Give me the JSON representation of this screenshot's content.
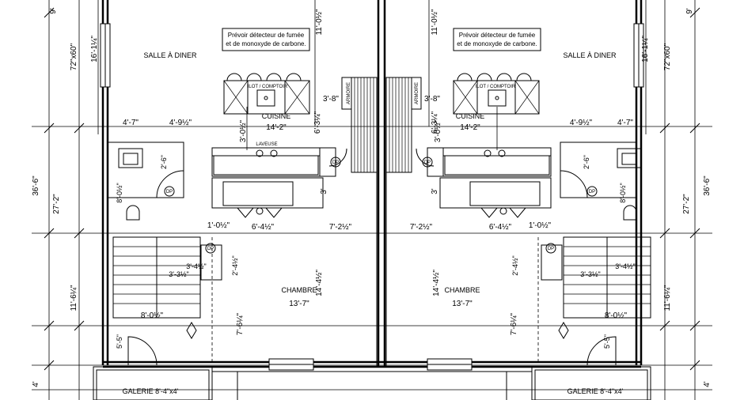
{
  "left_unit": {
    "rooms": {
      "dining": "SALLE À DINER",
      "kitchen": "CUISINE",
      "bedroom": "CHAMBRE",
      "porch": "GALERIE 8'-4\"x4'",
      "island": "ILOT / COMPTOIR",
      "laundry": "LAVEUSE",
      "cabinet": "ARMOIRE"
    },
    "note_line1": "Prévoir détecteur de fumée",
    "note_line2": "et de monoxyde de carbone.",
    "dims": {
      "top_margin": "9'",
      "window_width": "72\"x60\"",
      "dining_depth": "16'-1¼\"",
      "overall_depth": "36'-6\"",
      "main_depth": "27'-2\"",
      "lower_depth": "11'-6¼\"",
      "porch_depth": "4'",
      "kitchen_width": "14'-2\"",
      "kitchen_offset": "3'-0½\"",
      "counter_gap": "3'-8\"",
      "dining_dim": "11'-0½\"",
      "stair_depth": "6'-3¼\"",
      "bath_left": "4'-7\"",
      "bath_right": "4'-9½\"",
      "bath_depth": "2'-6\"",
      "bath_height": "8'-0½\"",
      "door_small": "1'-0½\"",
      "closet_width": "6'-4½\"",
      "hall_width": "7'-2½\"",
      "closet_gap": "3'",
      "bedroom_width": "13'-7\"",
      "bedroom_depth": "14'-4½\"",
      "bedroom_side": "2'-4½\"",
      "stair_a": "3'-4½\"",
      "stair_b": "3'-3½\"",
      "entry_width": "8'-0½\"",
      "entry_depth": "5'-5\"",
      "bedroom_lower": "7'-6¼\""
    },
    "door_tag": "DP"
  },
  "right_unit": {
    "rooms": {
      "dining": "SALLE À DINER",
      "kitchen": "CUISINE",
      "bedroom": "CHAMBRE",
      "porch": "GALERIE 8'-4\"x4'",
      "island": "ILOT / COMPTOIR",
      "cabinet": "ARMOIRE"
    },
    "note_line1": "Prévoir détecteur de fumée",
    "note_line2": "et de monoxyde de carbone.",
    "dims": {
      "top_margin": "9'",
      "window_width": "72\"x60\"",
      "dining_depth": "16'-1¼\"",
      "overall_depth": "36'-6\"",
      "main_depth": "27'-2\"",
      "lower_depth": "11'-6¼\"",
      "porch_depth": "4'",
      "kitchen_width": "14'-2\"",
      "kitchen_offset": "3'-0½\"",
      "counter_gap": "3'-8\"",
      "dining_dim": "11'-0½\"",
      "stair_depth": "6'-3¼\"",
      "bath_left": "4'-9½\"",
      "bath_right": "4'-7\"",
      "bath_depth": "2'-6\"",
      "bath_height": "8'-0½\"",
      "door_small": "1'-0½\"",
      "closet_width": "6'-4½\"",
      "hall_width": "7'-2½\"",
      "closet_gap": "3'",
      "bedroom_width": "13'-7\"",
      "bedroom_depth": "14'-4½\"",
      "bedroom_side": "2'-4½\"",
      "stair_a": "3'-4½\"",
      "stair_b": "3'-3½\"",
      "entry_width": "8'-0½\"",
      "entry_depth": "5'-5\"",
      "bedroom_lower": "7'-6¼\""
    },
    "door_tag": "DP"
  },
  "colors": {
    "line": "#000000",
    "paper": "#ffffff"
  }
}
